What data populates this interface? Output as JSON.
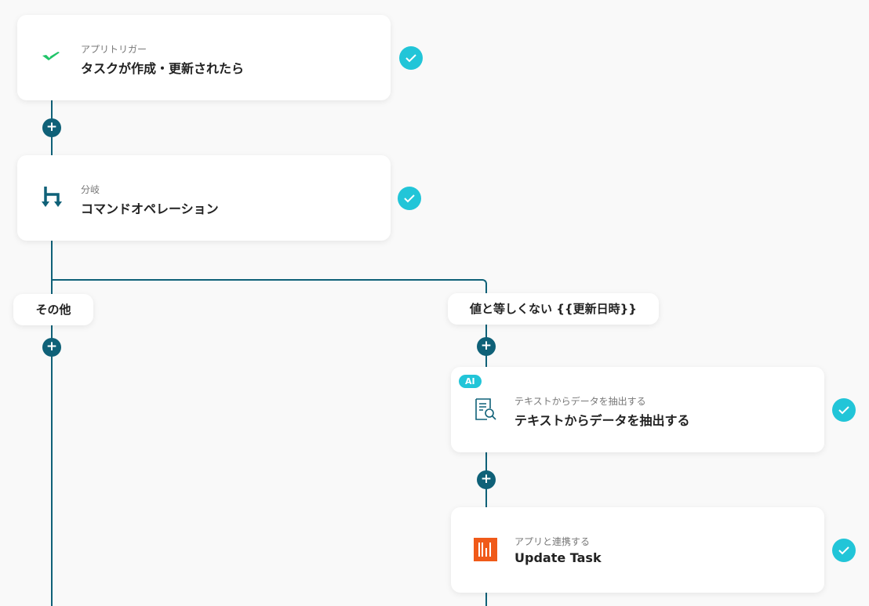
{
  "steps": [
    {
      "sub": "アプリトリガー",
      "title": "タスクが作成・更新されたら"
    },
    {
      "sub": "分岐",
      "title": "コマンドオペレーション"
    },
    {
      "sub": "テキストからデータを抽出する",
      "title": "テキストからデータを抽出する",
      "badge": "AI"
    },
    {
      "sub": "アプリと連携する",
      "title": "Update Task"
    }
  ],
  "branches": {
    "left": "その他",
    "right": "値と等しくない {{更新日時}}"
  },
  "colors": {
    "line": "#0f6178",
    "check": "#22c5d8",
    "trigger_icon": "#1fc468",
    "app_icon": "#f05a19"
  }
}
